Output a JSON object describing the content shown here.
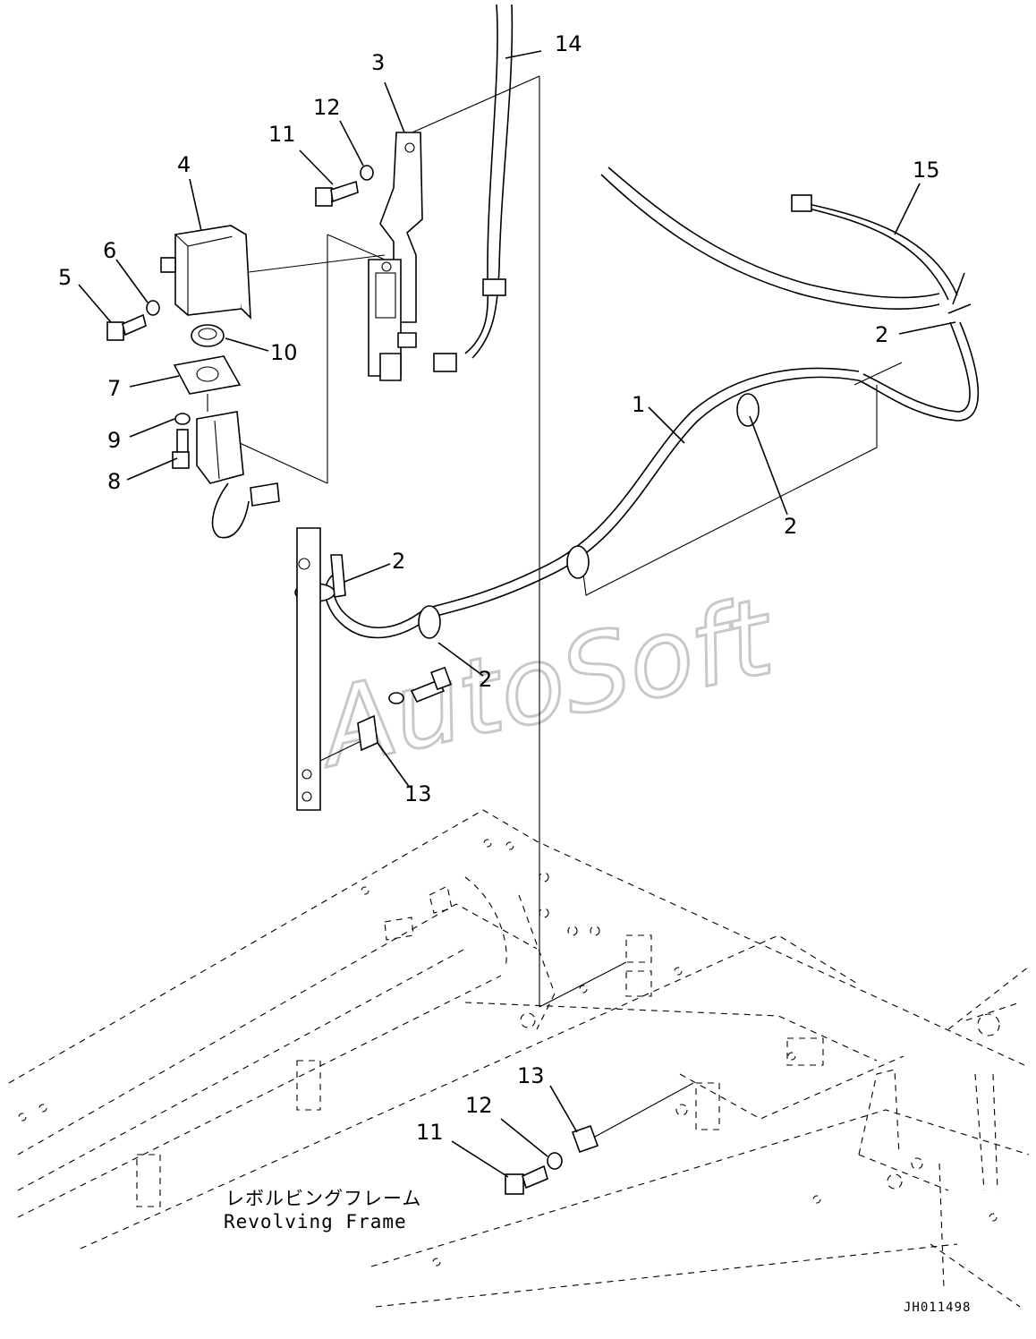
{
  "callouts": {
    "c1": "1",
    "c2a": "2",
    "c2b": "2",
    "c2c": "2",
    "c2d": "2",
    "c3": "3",
    "c4": "4",
    "c5": "5",
    "c6": "6",
    "c7": "7",
    "c8": "8",
    "c9": "9",
    "c10": "10",
    "c11a": "11",
    "c11b": "11",
    "c12a": "12",
    "c12b": "12",
    "c13a": "13",
    "c13b": "13",
    "c14": "14",
    "c15": "15"
  },
  "frame_label": {
    "japanese": "レボルビングフレーム",
    "english": "Revolving Frame"
  },
  "drawing_code": "JH011498",
  "watermark": "AutoSoft"
}
